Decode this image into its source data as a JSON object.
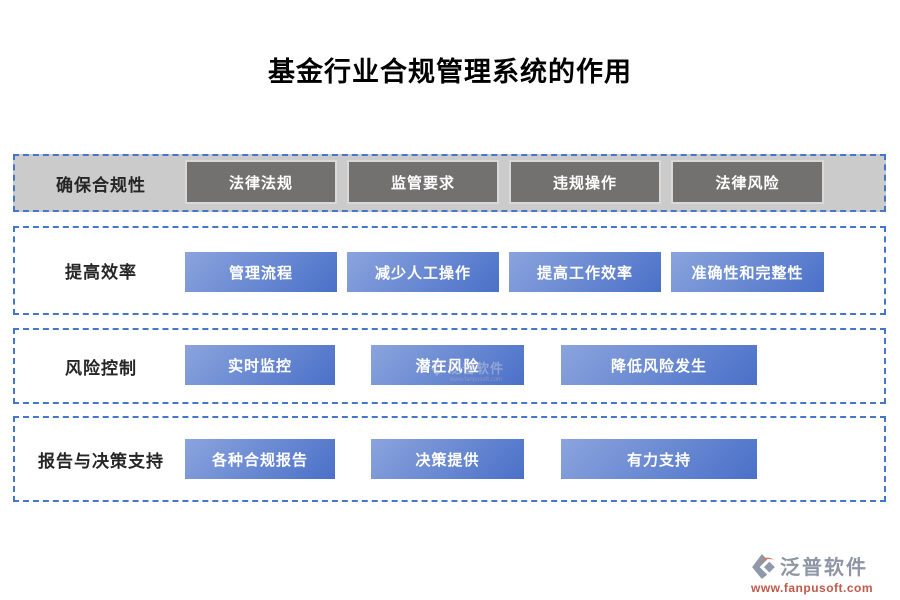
{
  "title": "基金行业合规管理系统的作用",
  "rows": [
    {
      "label": "确保合规性",
      "buttons": [
        "法律法规",
        "监管要求",
        "违规操作",
        "法律风险"
      ]
    },
    {
      "label": "提高效率",
      "buttons": [
        "管理流程",
        "减少人工操作",
        "提高工作效率",
        "准确性和完整性"
      ]
    },
    {
      "label": "风险控制",
      "buttons": [
        "实时监控",
        "潜在风险",
        "降低风险发生"
      ]
    },
    {
      "label": "报告与决策支持",
      "buttons": [
        "各种合规报告",
        "决策提供",
        "有力支持"
      ]
    }
  ],
  "logo": {
    "brand": "泛普软件",
    "url": "www.fanpusoft.com"
  },
  "colors": {
    "dashed_border": "#4477c9",
    "row1_background": "#cbcbcb",
    "gray_button": "#737070",
    "gray_button_border": "#d9d9d9",
    "blue_button_light": "#8ba4dd",
    "blue_button_dark": "#4a70c8",
    "button_text": "#ffffff",
    "label_text": "#262626",
    "brand_gray": "#8e95a4",
    "brand_orange": "#c15a4a"
  }
}
